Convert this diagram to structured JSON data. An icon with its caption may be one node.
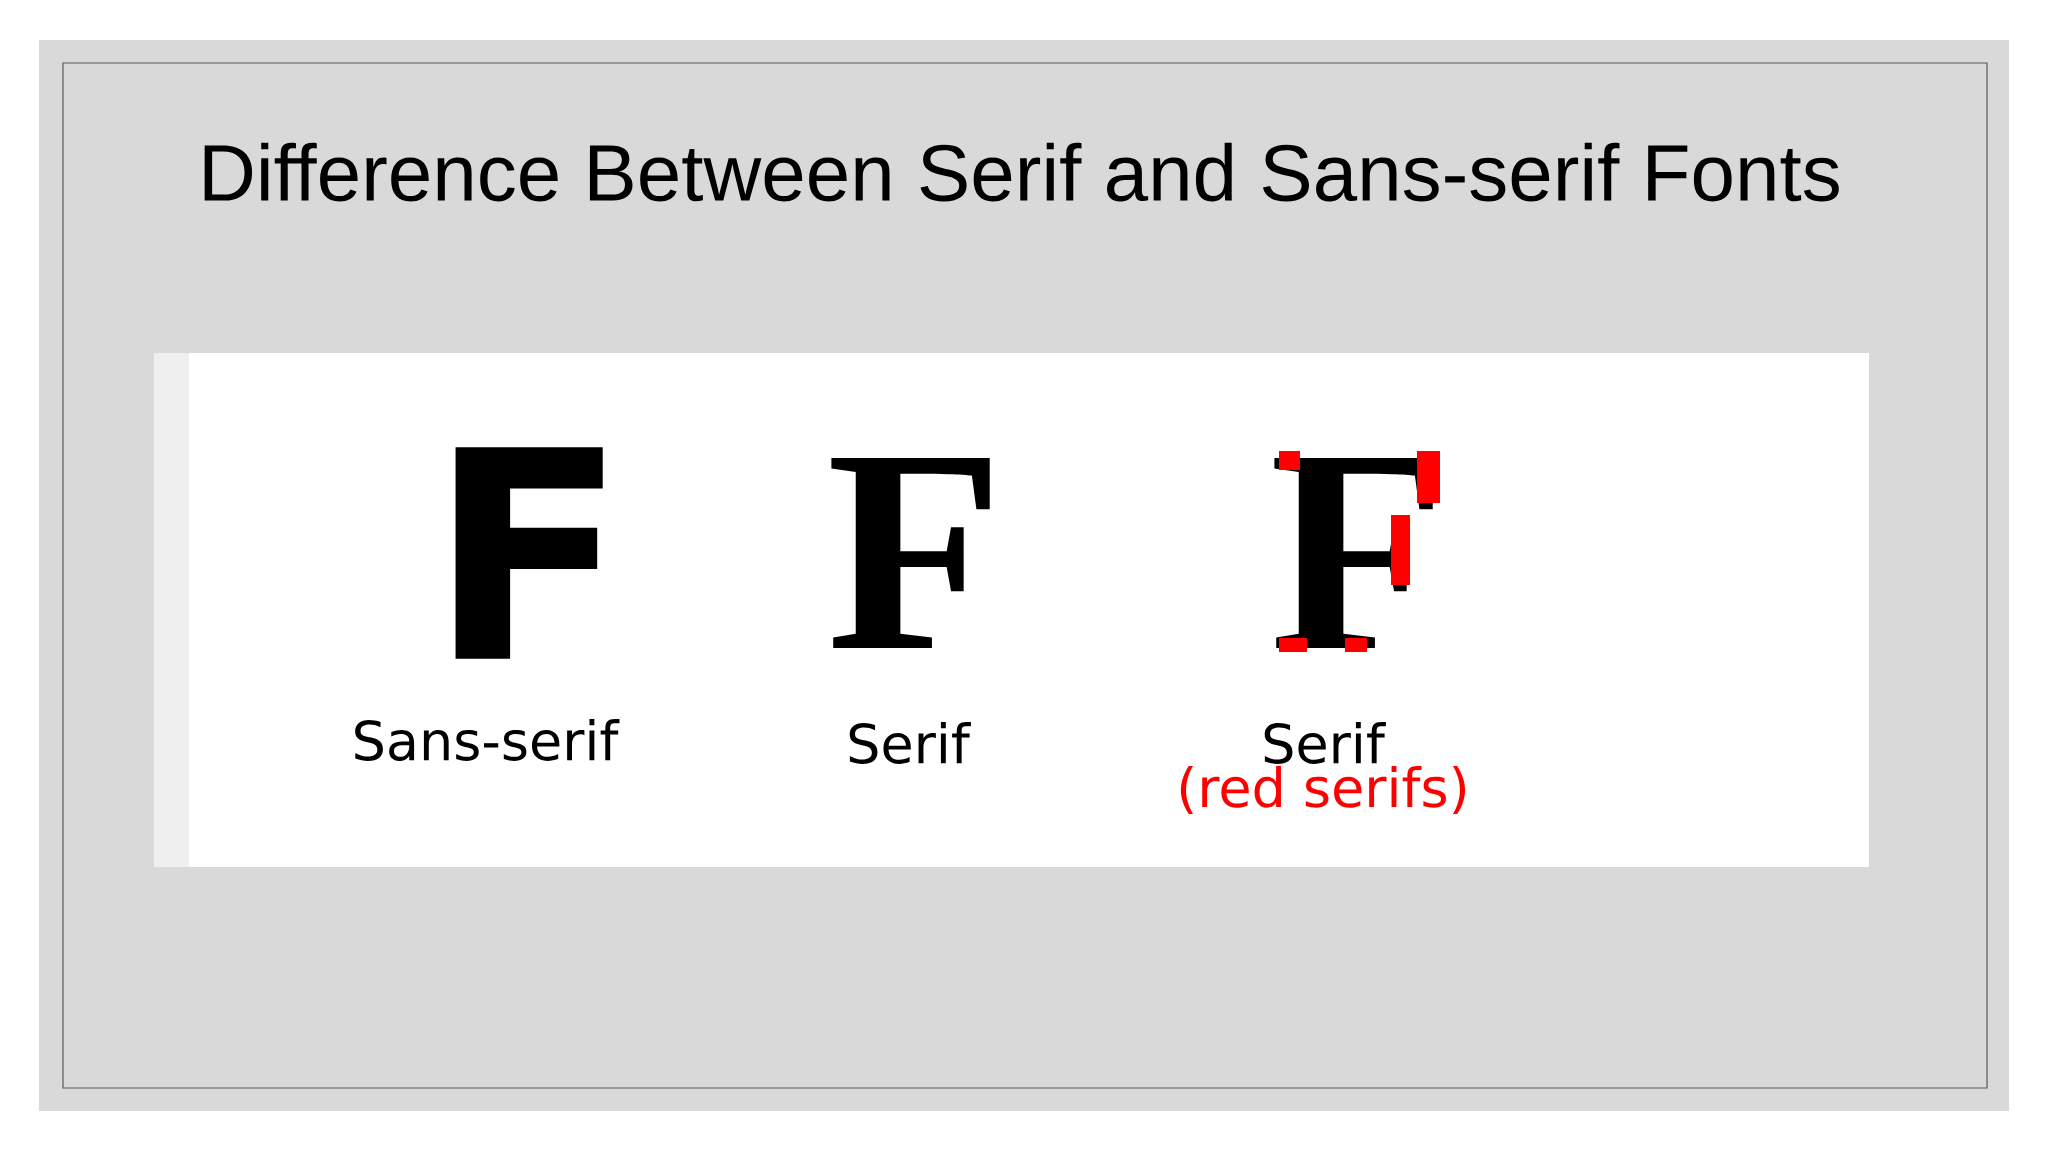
{
  "diagram": {
    "title": "Difference Between Serif and Sans-serif Fonts",
    "labels": [
      "F",
      "F",
      "F",
      "Sans-serif",
      "Serif",
      "Serif",
      "(red serifs)"
    ]
  }
}
